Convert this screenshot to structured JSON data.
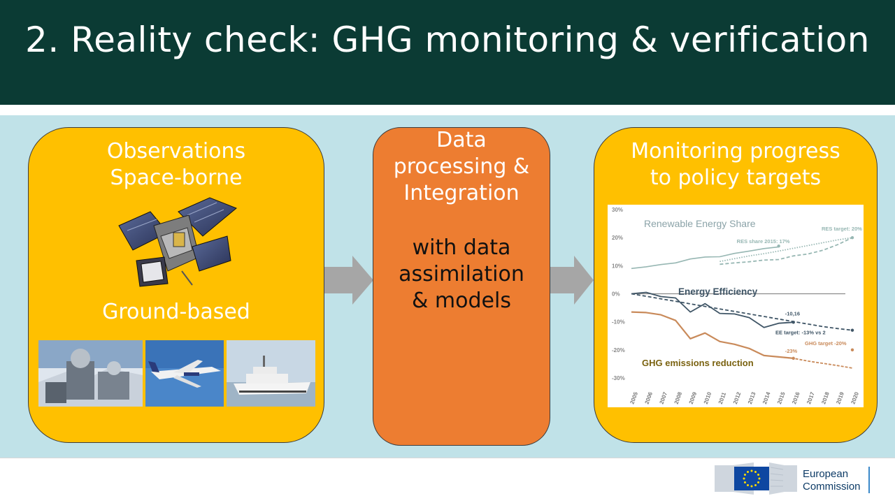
{
  "title": "2. Reality check: GHG monitoring & verification",
  "left_panel": {
    "heading_line1": "Observations",
    "heading_line2": "Space-borne",
    "ground_label": "Ground-based"
  },
  "middle_panel": {
    "line1": "Data",
    "line2": "processing &",
    "line3": "Integration",
    "line4": "with data",
    "line5": "assimilation",
    "line6": "& models"
  },
  "right_panel": {
    "line1": "Monitoring progress",
    "line2": "to policy targets"
  },
  "footer": {
    "org_line1": "European",
    "org_line2": "Commission"
  },
  "colors": {
    "header": "#0b3b34",
    "band": "#c0e2e8",
    "yellow": "#ffc000",
    "orange": "#ed7d31",
    "arrow": "#a6a6a6",
    "res": "#97b7b3",
    "ee": "#3f5566",
    "ghg": "#c98a5a"
  },
  "chart_data": {
    "type": "line",
    "x": [
      "2005",
      "2006",
      "2007",
      "2008",
      "2009",
      "2010",
      "2011",
      "2012",
      "2013",
      "2014",
      "2015",
      "2016",
      "2017",
      "2018",
      "2019",
      "2020"
    ],
    "ylim": [
      -30,
      30
    ],
    "yticks": [
      "30%",
      "20%",
      "10%",
      "0%",
      "-10%",
      "-20%",
      "-30%"
    ],
    "ytick_values": [
      30,
      20,
      10,
      0,
      -10,
      -20,
      -30
    ],
    "series_labels": {
      "res": "Renewable Energy Share",
      "ee": "Energy Efficiency",
      "ghg": "GHG emissions reduction"
    },
    "series": [
      {
        "key": "res_actual",
        "values": [
          9,
          9.6,
          10.4,
          11,
          12.4,
          13.1,
          13.2,
          14.4,
          15.2,
          16.1,
          16.7
        ]
      },
      {
        "key": "res_trajectory_dashed",
        "xstart": "2011",
        "values": [
          10.5,
          11,
          11.4,
          12,
          12.2,
          13.5,
          14.2,
          15.5,
          17.5,
          20
        ]
      },
      {
        "key": "res_trajectory_dotted",
        "xstart": "2011",
        "values": [
          11.5,
          12.5,
          13.5,
          14.3,
          15.2,
          16.2,
          17.2,
          18.2,
          19.2,
          20
        ]
      },
      {
        "key": "ee_actual",
        "values": [
          0,
          0.5,
          -1,
          -1.5,
          -6.5,
          -3.5,
          -7,
          -7.2,
          -8.5,
          -12,
          -10.5,
          -10.16
        ]
      },
      {
        "key": "ee_trend",
        "values": [
          0,
          -0.9,
          -1.8,
          -2.7,
          -3.6,
          -4.5,
          -5.4,
          -6.3,
          -7.2,
          -8.1,
          -9,
          -9.9,
          -10.8,
          -11.7,
          -12.4,
          -13
        ]
      },
      {
        "key": "ghg_actual",
        "values": [
          -6.5,
          -6.7,
          -7.5,
          -9.5,
          -16,
          -14,
          -17,
          -18,
          -19.5,
          -22,
          -22.5,
          -23
        ]
      },
      {
        "key": "ghg_trajectory",
        "xstart": "2015",
        "values": [
          -22.5,
          -23,
          -24,
          -24.8,
          -25.6,
          -26.5
        ]
      }
    ],
    "baseline": 0,
    "annotations": [
      {
        "text": "RES share 2015: 17%",
        "x": "2015",
        "y": 17,
        "color": "#97b7b3"
      },
      {
        "text": "RES target: 20%",
        "x": "2020",
        "y": 20,
        "color": "#97b7b3"
      },
      {
        "text": "-10,16",
        "x": "2016",
        "y": -10.16,
        "color": "#3f5566"
      },
      {
        "text": "EE target: -13% vs 2",
        "x": "2020",
        "y": -13,
        "color": "#3f5566"
      },
      {
        "text": "-23%",
        "x": "2016",
        "y": -23,
        "color": "#c98a5a"
      },
      {
        "text": "GHG target -20%",
        "x": "2020",
        "y": -20,
        "color": "#c98a5a"
      }
    ]
  }
}
